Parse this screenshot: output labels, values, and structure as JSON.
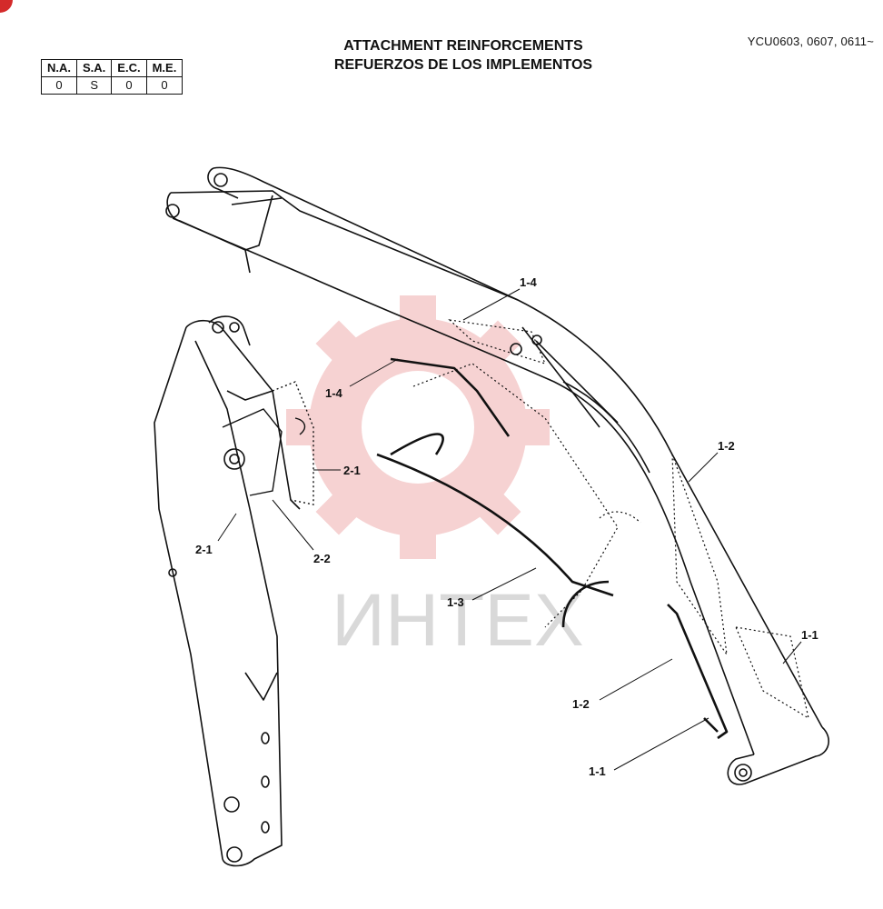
{
  "header": {
    "model_codes": "YCU0603, 0607, 0611~",
    "title_en": "ATTACHMENT REINFORCEMENTS",
    "title_es": "REFUERZOS DE LOS IMPLEMENTOS"
  },
  "spec_table": {
    "headers": [
      "N.A.",
      "S.A.",
      "E.C.",
      "M.E."
    ],
    "values": [
      "0",
      "S",
      "0",
      "0"
    ]
  },
  "watermark": {
    "text": "ИНТЕХ",
    "color": "#f0b8b8"
  },
  "callouts": {
    "boom_top": "1-4",
    "boom_left": "1-4",
    "boom_right_upper": "1-2",
    "boom_right_lower": "1-1",
    "boom_bottom_mid": "1-2",
    "boom_bottom_low": "1-1",
    "boom_center": "1-3",
    "arm_plate_right": "2-1",
    "arm_plate_left": "2-1",
    "arm_plate_lower": "2-2"
  }
}
